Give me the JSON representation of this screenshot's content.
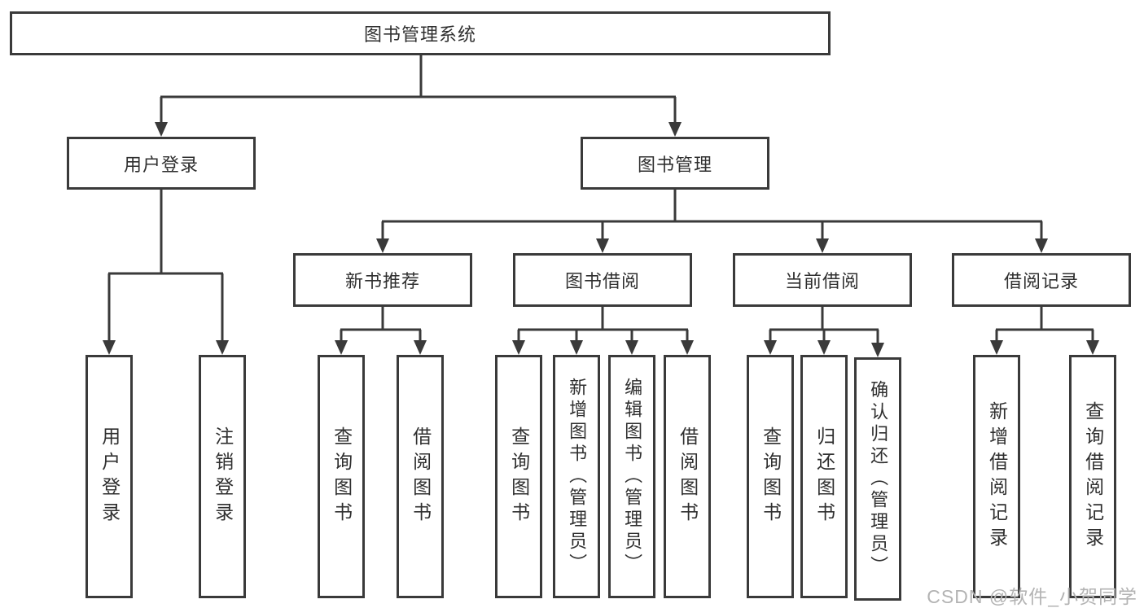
{
  "tree": {
    "root": "图书管理系统",
    "branches": [
      {
        "label": "用户登录",
        "children": [
          "用户登录",
          "注销登录"
        ]
      },
      {
        "label": "图书管理",
        "sections": [
          {
            "label": "新书推荐",
            "children": [
              "查询图书",
              "借阅图书"
            ]
          },
          {
            "label": "图书借阅",
            "children": [
              "查询图书",
              "新增图书（管理员）",
              "编辑图书（管理员）",
              "借阅图书"
            ]
          },
          {
            "label": "当前借阅",
            "children": [
              "查询图书",
              "归还图书",
              "确认归还（管理员）"
            ]
          },
          {
            "label": "借阅记录",
            "children": [
              "新增借阅记录",
              "查询借阅记录"
            ]
          }
        ]
      }
    ]
  },
  "watermark": "CSDN @软件_小贺同学",
  "colors": {
    "line": "#3a3a3a",
    "box_border": "#3a3a3a",
    "text": "#2f2f2f",
    "watermark": "#b3b3b3",
    "background": "#ffffff"
  }
}
